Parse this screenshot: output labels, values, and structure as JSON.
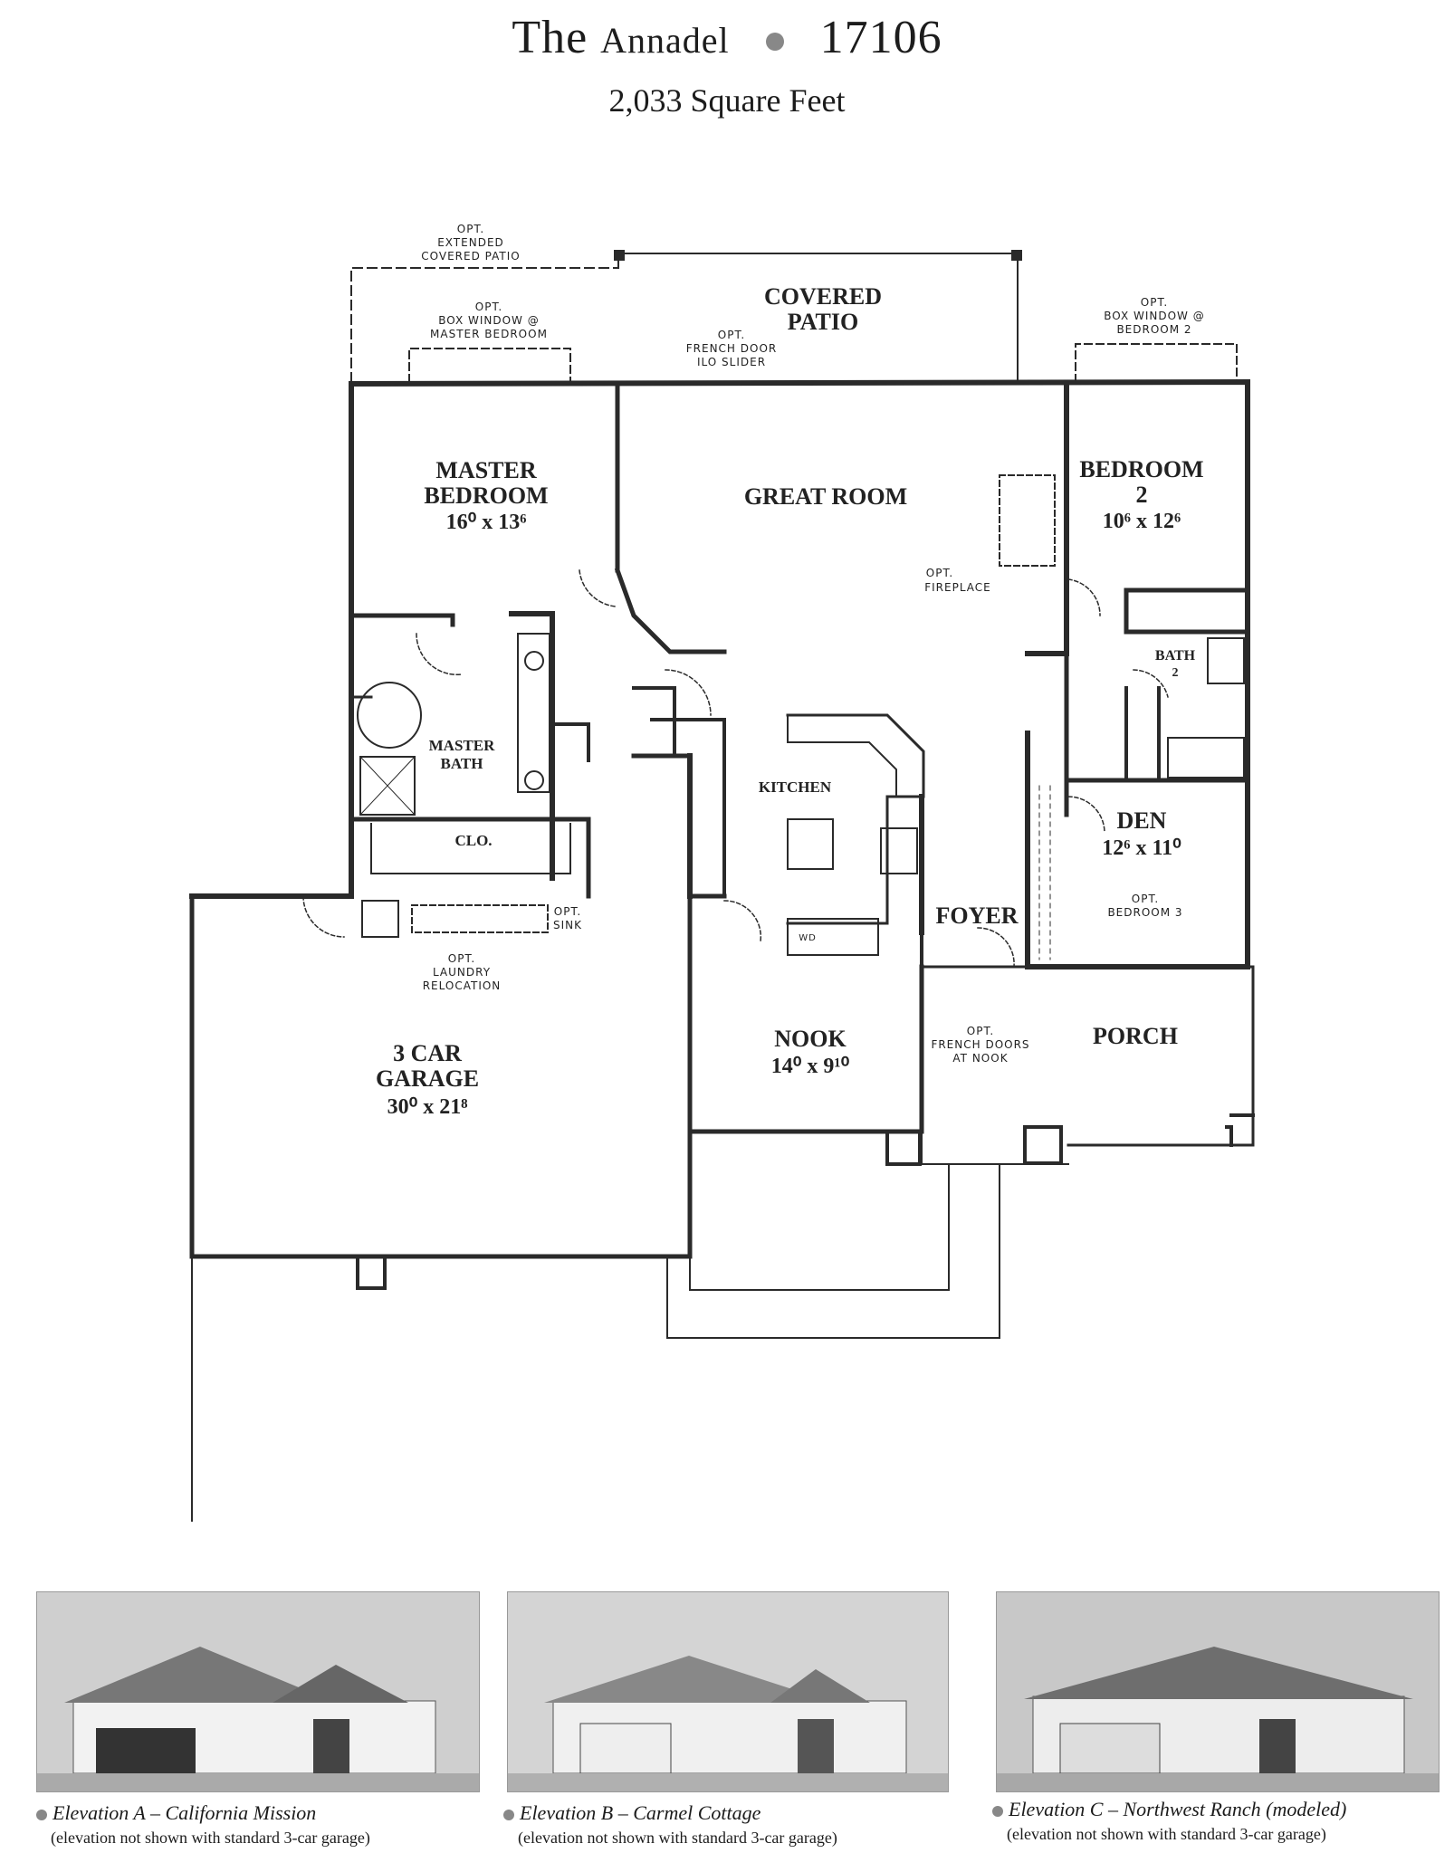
{
  "header": {
    "title_the": "The",
    "title_name": "Annadel",
    "title_number": "17106",
    "subtitle": "2,033 Square Feet"
  },
  "rooms": {
    "covered_patio_1": "COVERED",
    "covered_patio_2": "PATIO",
    "master_bedroom_1": "MASTER",
    "master_bedroom_2": "BEDROOM",
    "master_bedroom_dims": "16⁰ x 13⁶",
    "great_room": "GREAT ROOM",
    "bedroom2_1": "BEDROOM",
    "bedroom2_2": "2",
    "bedroom2_dims": "10⁶ x 12⁶",
    "bath2_1": "BATH",
    "bath2_2": "2",
    "master_bath_1": "MASTER",
    "master_bath_2": "BATH",
    "clo": "CLO.",
    "kitchen": "KITCHEN",
    "den": "DEN",
    "den_dims": "12⁶ x 11⁰",
    "foyer": "FOYER",
    "garage_1": "3 CAR",
    "garage_2": "GARAGE",
    "garage_dims": "30⁰ x 21⁸",
    "nook": "NOOK",
    "nook_dims": "14⁰ x 9¹⁰",
    "porch": "PORCH"
  },
  "notes": {
    "ext_patio_1": "OPT.",
    "ext_patio_2": "EXTENDED",
    "ext_patio_3": "COVERED PATIO",
    "box_master_1": "OPT.",
    "box_master_2": "BOX WINDOW @",
    "box_master_3": "MASTER BEDROOM",
    "french_slider_1": "OPT.",
    "french_slider_2": "FRENCH DOOR",
    "french_slider_3": "ILO SLIDER",
    "box_bed2_1": "OPT.",
    "box_bed2_2": "BOX WINDOW @",
    "box_bed2_3": "BEDROOM 2",
    "fireplace_1": "OPT.",
    "fireplace_2": "FIREPLACE",
    "sink_1": "OPT.",
    "sink_2": "SINK",
    "laundry_1": "OPT.",
    "laundry_2": "LAUNDRY",
    "laundry_3": "RELOCATION",
    "nook_doors_1": "OPT.",
    "nook_doors_2": "FRENCH DOORS",
    "nook_doors_3": "AT NOOK",
    "bed3_1": "OPT.",
    "bed3_2": "BEDROOM 3",
    "wd": "WD"
  },
  "elevations": [
    {
      "caption": "Elevation A – California Mission",
      "sub": "(elevation not shown with standard 3-car garage)"
    },
    {
      "caption": "Elevation B – Carmel Cottage",
      "sub": "(elevation not shown with standard 3-car garage)"
    },
    {
      "caption": "Elevation C – Northwest Ranch (modeled)",
      "sub": "(elevation not shown with standard 3-car garage)"
    }
  ],
  "colors": {
    "wall": "#2a2a2a",
    "bullet": "#888888",
    "photo_bg": "#d9d9d9"
  }
}
